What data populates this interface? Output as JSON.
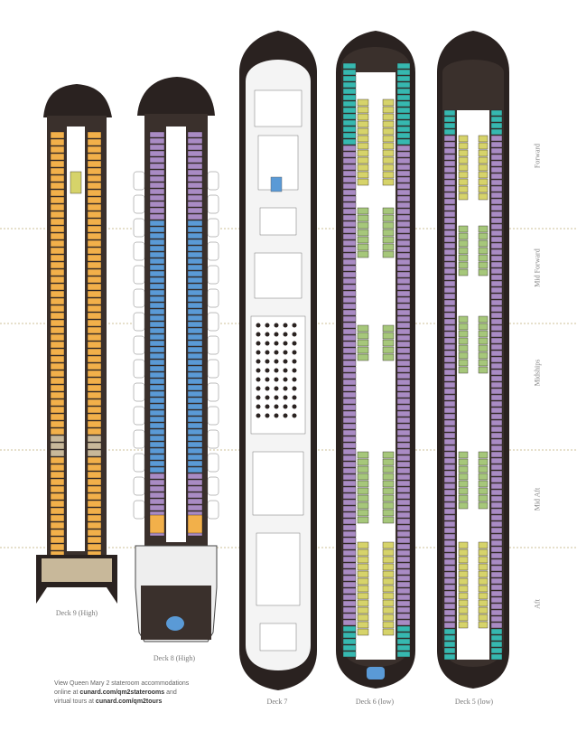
{
  "decks": [
    {
      "label": "Deck 9 (High)"
    },
    {
      "label": "Deck 8 (High)"
    },
    {
      "label": "Deck 7"
    },
    {
      "label": "Deck 6 (low)"
    },
    {
      "label": "Deck 5 (low)"
    }
  ],
  "zones": [
    "Forward",
    "Mid Forward",
    "Midships",
    "Mid Aft",
    "Aft"
  ],
  "note": {
    "line1": "View Queen Mary 2 stateroom accommodations",
    "line2_prefix": "online at ",
    "line2_link": "cunard.com/qm2staterooms",
    "line2_suffix": " and",
    "line3_prefix": "virtual tours at ",
    "line3_link": "cunard.com/qm2tours"
  },
  "colors": {
    "hull": "#2a2220",
    "orange": "#f2b04a",
    "purple": "#a98bc4",
    "blue": "#5a9ad6",
    "teal": "#36b8b0",
    "green": "#a6c77a",
    "yellow": "#d6d36a",
    "tan": "#c8b89a",
    "divider": "#bfae7a"
  }
}
